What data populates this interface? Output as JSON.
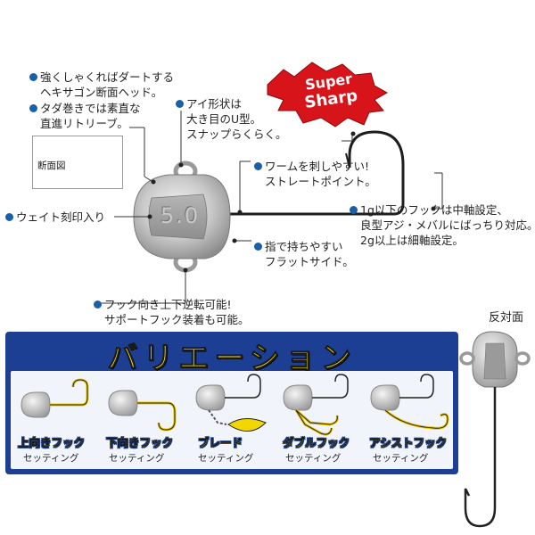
{
  "badge": {
    "line1": "Super",
    "line2": "Sharp"
  },
  "notes": {
    "hex_head": [
      "強くしゃくればダートする",
      "ヘキサゴン断面ヘッド。"
    ],
    "retrieve": [
      "タダ巻きでは素直な",
      "直進リトリーブ。"
    ],
    "eye": [
      "アイ形状は",
      "大き目のU型。",
      "スナップらくらく。"
    ],
    "point": [
      "ワームを刺しやすい!",
      "ストレートポイント。"
    ],
    "weight": [
      "ウェイト刻印入り"
    ],
    "flat_side": [
      "指で持ちやすい",
      "フラットサイド。"
    ],
    "hook": [
      "1g以下のフックは中軸設定、",
      "良型アジ・メバルにばっちり対応。",
      "2g以上は細軸設定。"
    ],
    "reverse": [
      "フック向き上下逆転可能!",
      "サポートフック装着も可能。"
    ]
  },
  "cross_section_label": "断面図",
  "weight_stamp": "5.0",
  "reverse_side_label": "反対面",
  "variations": {
    "title": "バリエーション",
    "items": [
      {
        "label": "上向きフック",
        "sub": "セッティング"
      },
      {
        "label": "下向きフック",
        "sub": "セッティング"
      },
      {
        "label": "ブレード",
        "sub": "セッティング"
      },
      {
        "label": "ダブルフック",
        "sub": "セッティング"
      },
      {
        "label": "アシストフック",
        "sub": "セッティング"
      }
    ]
  },
  "colors": {
    "accent_blue": "#1c3f94",
    "bullet_blue": "#1b5fa8",
    "yellow": "#ffeb00",
    "badge_red": "#d8141b"
  }
}
